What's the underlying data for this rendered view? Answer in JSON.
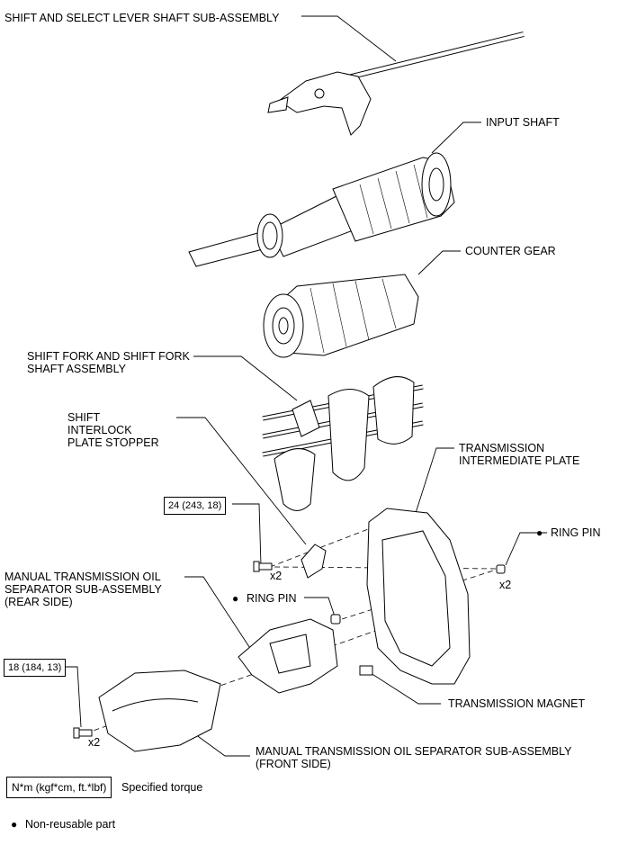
{
  "labels": {
    "shift_select_lever": "SHIFT AND SELECT LEVER SHAFT SUB-ASSEMBLY",
    "input_shaft": "INPUT SHAFT",
    "counter_gear": "COUNTER GEAR",
    "shift_fork": "SHIFT FORK AND SHIFT FORK\nSHAFT ASSEMBLY",
    "interlock_stopper": "SHIFT\nINTERLOCK\nPLATE STOPPER",
    "intermediate_plate": "TRANSMISSION\nINTERMEDIATE PLATE",
    "ring_pin_right": "RING PIN",
    "ring_pin_mid": "RING PIN",
    "oil_sep_rear": "MANUAL TRANSMISSION OIL\nSEPARATOR SUB-ASSEMBLY\n(REAR SIDE)",
    "magnet": "TRANSMISSION MAGNET",
    "oil_sep_front": "MANUAL TRANSMISSION OIL SEPARATOR SUB-ASSEMBLY\n(FRONT SIDE)"
  },
  "torque": {
    "upper": "24 (243, 18)",
    "lower": "18 (184, 13)"
  },
  "quantities": {
    "bolt_upper": "x2",
    "ring_pin_right": "x2",
    "bolt_lower": "x2"
  },
  "legend": {
    "torque_unit": "N*m (kgf*cm, ft.*lbf)",
    "torque_desc": "Specified torque",
    "nonreusable_symbol": "●",
    "nonreusable_desc": "Non-reusable part"
  },
  "symbols": {
    "ring_pin_right": "●",
    "ring_pin_mid": "●"
  }
}
